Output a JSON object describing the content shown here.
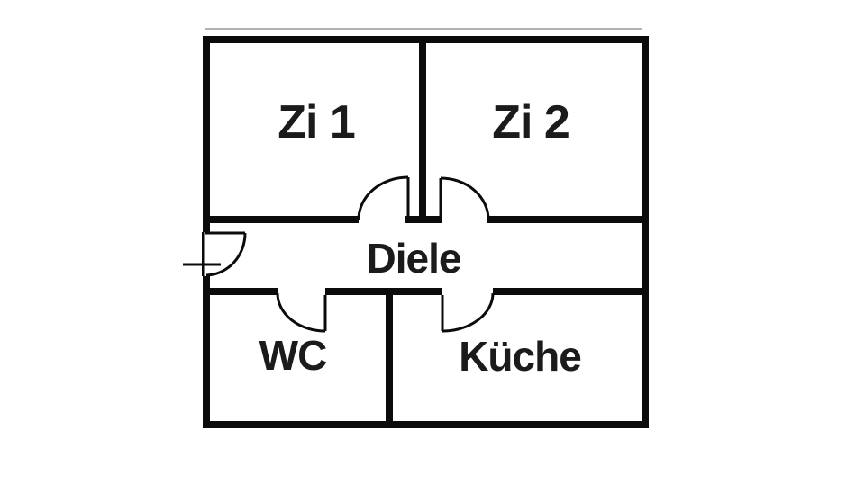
{
  "plan": {
    "kind": "floor-plan",
    "language": "de"
  },
  "colors": {
    "wall": "#0b0b0b",
    "text": "#1b1b1b",
    "background": "#ffffff"
  },
  "rooms": [
    {
      "id": "zi1",
      "label": "Zi 1"
    },
    {
      "id": "zi2",
      "label": "Zi 2"
    },
    {
      "id": "diele",
      "label": "Diele"
    },
    {
      "id": "wc",
      "label": "WC"
    },
    {
      "id": "kueche",
      "label": "Küche"
    }
  ]
}
